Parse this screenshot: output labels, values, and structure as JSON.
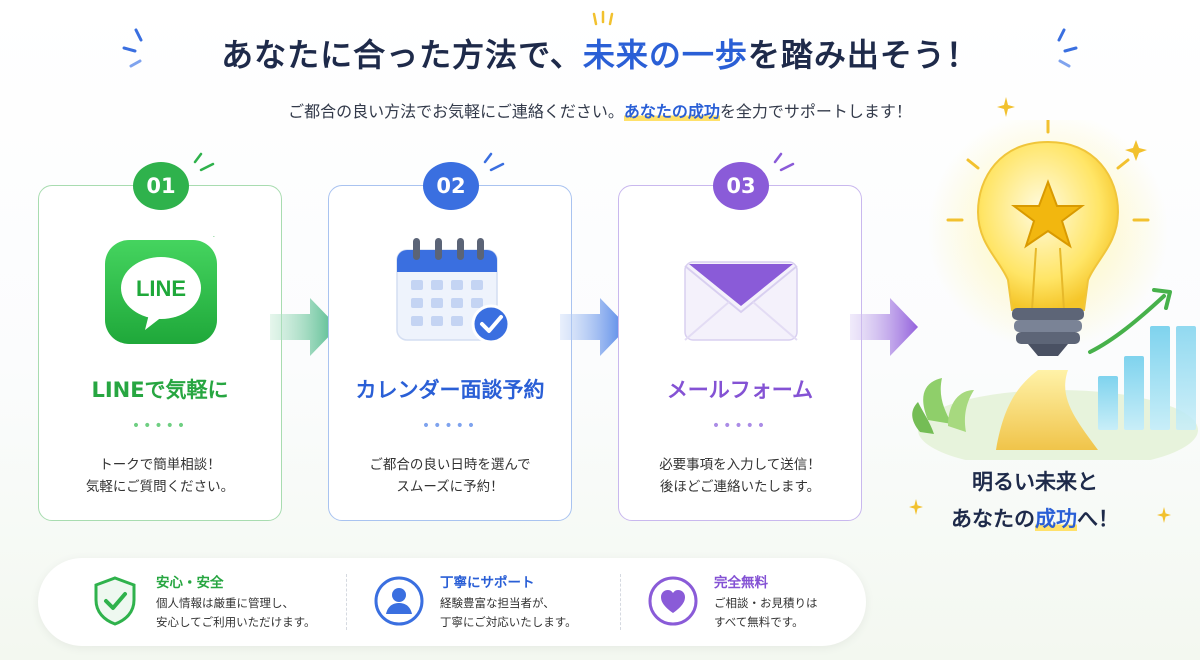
{
  "header": {
    "title_part1": "あなたに合った方法で、",
    "title_highlight": "未来の一歩",
    "title_part2": "を踏み出そう！",
    "subtitle_part1": "ご都合の良い方法でお気軽にご連絡ください。",
    "subtitle_highlight": "あなたの成功",
    "subtitle_part2": "を全力でサポートします！"
  },
  "steps": [
    {
      "number": "01",
      "title": "LINEで気軽に",
      "dots": "•••••",
      "desc_line1": "トークで簡単相談！",
      "desc_line2": "気軽にご質問ください。",
      "icon_text": "LINE",
      "icon": "line-chat-icon"
    },
    {
      "number": "02",
      "title": "カレンダー面談予約",
      "dots": "•••••",
      "desc_line1": "ご都合の良い日時を選んで",
      "desc_line2": "スムーズに予約！",
      "icon": "calendar-check-icon"
    },
    {
      "number": "03",
      "title": "メールフォーム",
      "dots": "•••••",
      "desc_line1": "必要事項を入力して送信！",
      "desc_line2": "後ほどご連絡いたします。",
      "icon": "envelope-icon"
    }
  ],
  "goal": {
    "line1": "明るい未来と",
    "line2_part1": "あなたの",
    "line2_highlight": "成功",
    "line2_part2": "へ！",
    "icon": "lightbulb-star-icon"
  },
  "features": [
    {
      "title": "安心・安全",
      "desc_line1": "個人情報は厳重に管理し、",
      "desc_line2": "安心してご利用いただけます。",
      "icon": "shield-check-icon"
    },
    {
      "title": "丁寧にサポート",
      "desc_line1": "経験豊富な担当者が、",
      "desc_line2": "丁寧にご対応いたします。",
      "icon": "person-icon"
    },
    {
      "title": "完全無料",
      "desc_line1": "ご相談・お見積りは",
      "desc_line2": "すべて無料です。",
      "icon": "heart-icon"
    }
  ],
  "colors": {
    "green": "#2fb24c",
    "blue": "#3a6fe0",
    "purple": "#8a5bd8",
    "navy": "#1e2a4a",
    "highlight_yellow": "#ffe16a"
  }
}
